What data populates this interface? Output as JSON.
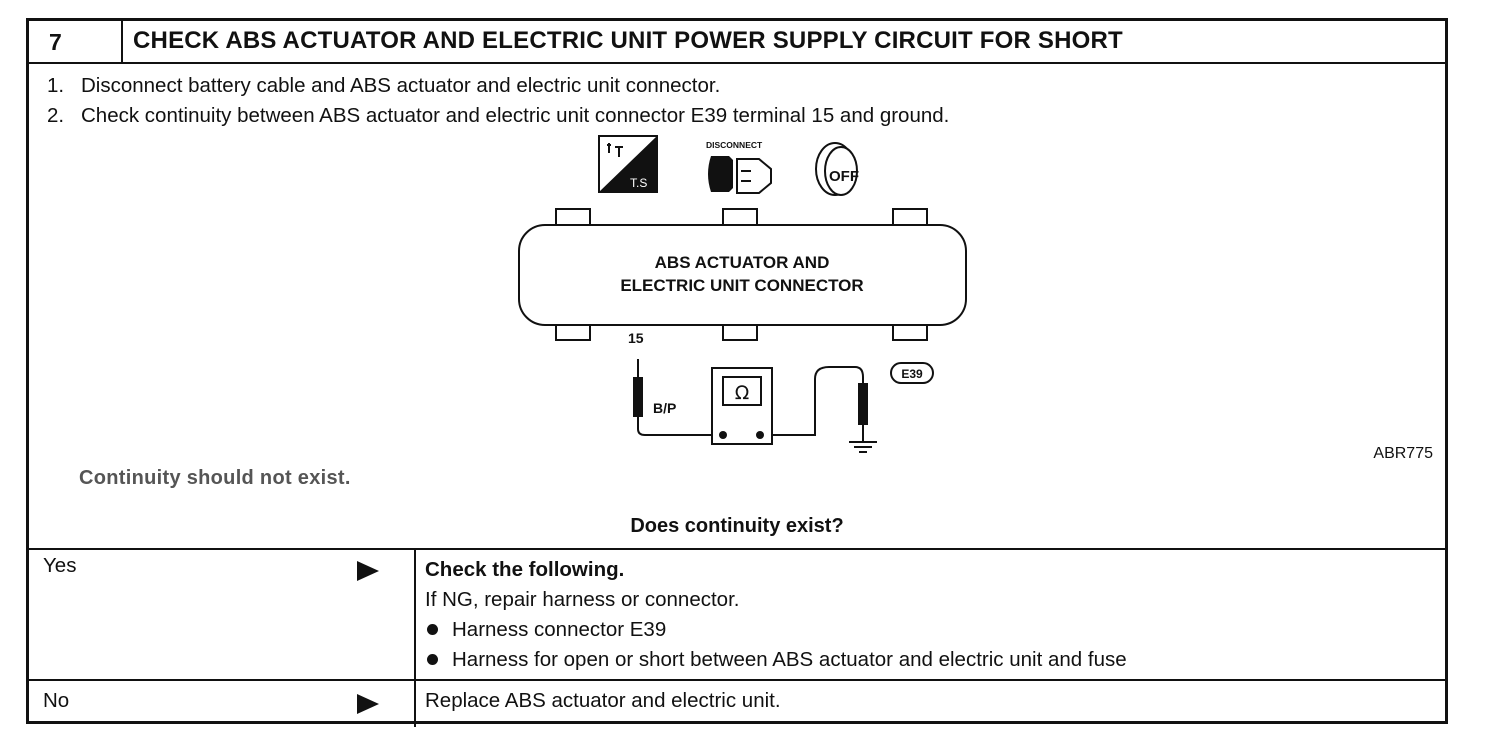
{
  "step_number": "7",
  "title": "CHECK ABS ACTUATOR AND ELECTRIC UNIT POWER SUPPLY CIRCUIT FOR SHORT",
  "instructions": [
    {
      "num": "1.",
      "text": "Disconnect battery cable and ABS actuator and electric unit connector."
    },
    {
      "num": "2.",
      "text": "Check continuity between ABS actuator and electric unit connector E39 terminal 15 and ground."
    }
  ],
  "diagram": {
    "icons": [
      "tester-icon",
      "disconnect-icon",
      "ignition-off-icon"
    ],
    "icon_ts_label": "T.S",
    "icon_disconnect_label": "DISCONNECT",
    "icon_off_label": "OFF",
    "connector_line1": "ABS ACTUATOR AND",
    "connector_line2": "ELECTRIC UNIT CONNECTOR",
    "terminal": "15",
    "wire_color": "B/P",
    "meter_symbol": "Ω",
    "connector_id": "E39",
    "figure_code": "ABR775"
  },
  "spec": "Continuity should not exist.",
  "question": "Does continuity exist?",
  "answers": [
    {
      "label": "Yes",
      "action_title": "Check the following.",
      "action_note": "If NG, repair harness or connector.",
      "bullets": [
        "Harness connector E39",
        "Harness for open or short between ABS actuator and electric unit and fuse"
      ]
    },
    {
      "label": "No",
      "action_text": "Replace ABS actuator and electric unit."
    }
  ]
}
